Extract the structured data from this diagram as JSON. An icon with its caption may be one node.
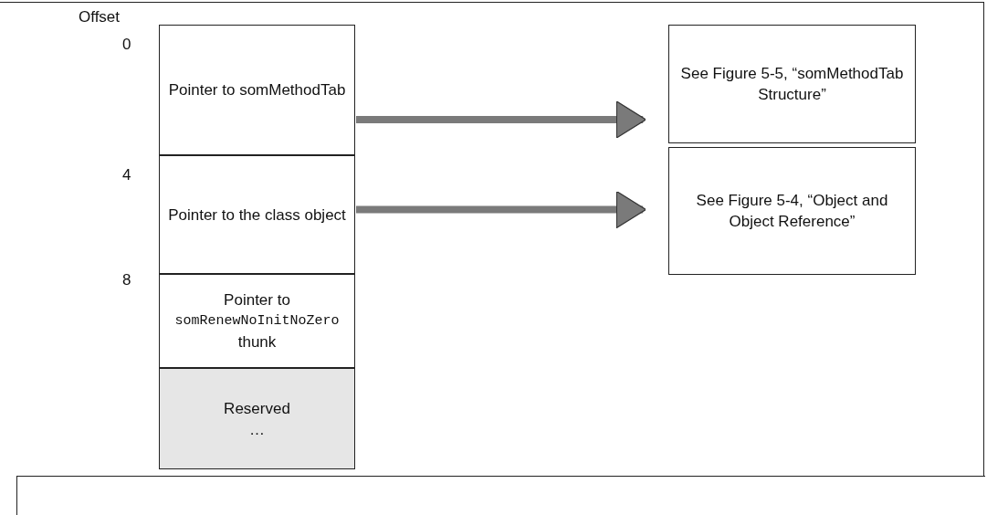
{
  "diagram": {
    "nodes": [
      {
        "text": [
          "Pointer to somMethodTab"
        ]
      },
      {
        "text": [
          "Pointer to the class object"
        ]
      },
      {
        "text": [
          "Pointer to",
          "somRenewNoInitNoZero",
          "thunk"
        ]
      },
      {
        "text": [
          "Reserved",
          "…"
        ]
      },
      {
        "text": [
          "See Figure 5-5, “somMethodTab Structure”"
        ]
      },
      {
        "text": [
          "See Figure 5-4, “Object and Object Reference”"
        ]
      }
    ],
    "edges": [
      {
        "from": 0,
        "to": 4,
        "arrow": "to"
      },
      {
        "from": 1,
        "to": 5,
        "arrow": "to"
      }
    ],
    "labels": [
      "Offset",
      "0",
      "4",
      "8"
    ]
  }
}
